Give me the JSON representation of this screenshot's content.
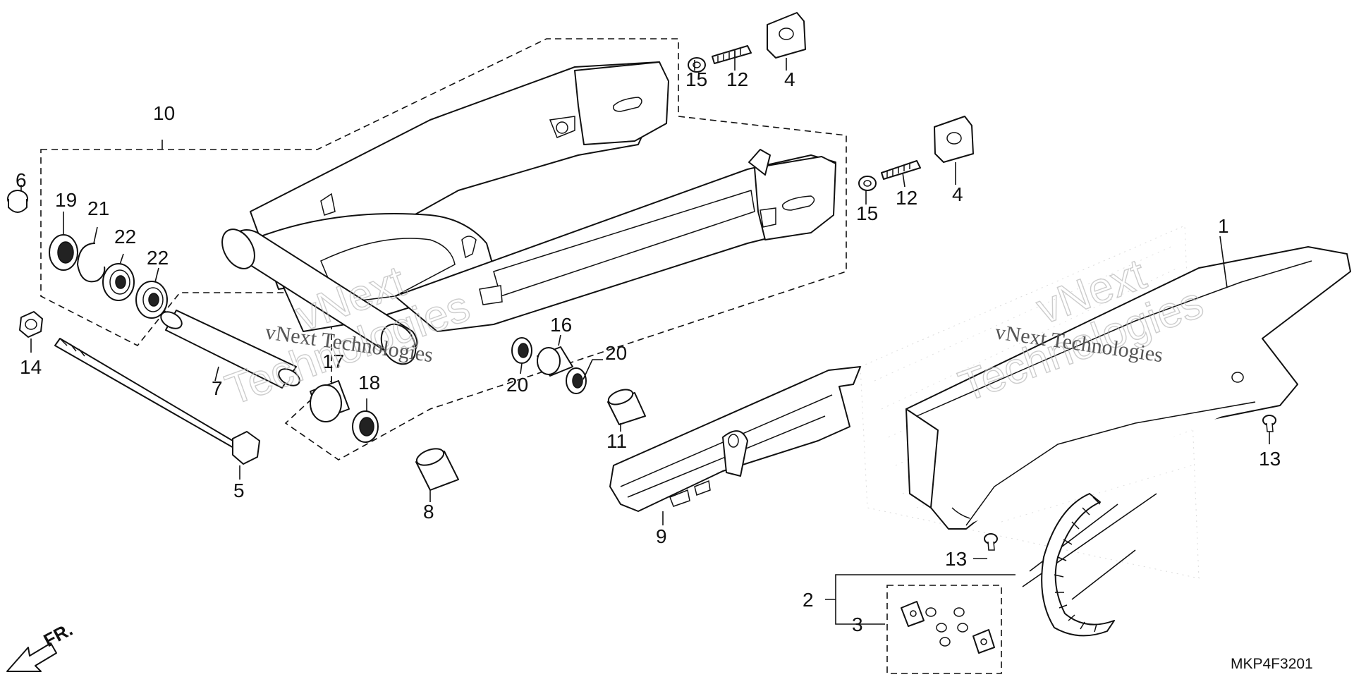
{
  "diagram": {
    "callouts": {
      "c1": "1",
      "c2": "2",
      "c3": "3",
      "c4a": "4",
      "c4b": "4",
      "c5": "5",
      "c6": "6",
      "c7": "7",
      "c8": "8",
      "c9": "9",
      "c10": "10",
      "c11": "11",
      "c12a": "12",
      "c12b": "12",
      "c13a": "13",
      "c13b": "13",
      "c14": "14",
      "c15a": "15",
      "c15b": "15",
      "c16": "16",
      "c17": "17",
      "c18": "18",
      "c19": "19",
      "c20a": "20",
      "c20b": "20",
      "c21": "21",
      "c22a": "22",
      "c22b": "22"
    },
    "diagram_code": "MKP4F3201",
    "front_arrow": "FR.",
    "watermark": {
      "line1": "vNext Technologies",
      "line2": "vNext Technologies",
      "big_top_left": "vNext",
      "big_bottom_left": "Technologies",
      "big_top_right": "vNext",
      "big_bottom_right": "Technologies"
    },
    "colors": {
      "line": "#111111",
      "background": "#ffffff"
    }
  }
}
